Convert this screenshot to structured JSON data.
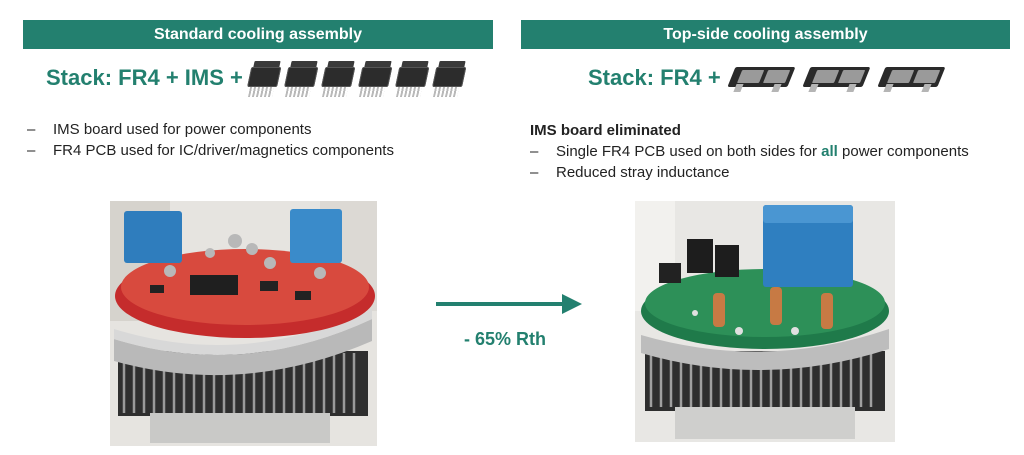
{
  "left": {
    "banner": "Standard cooling assembly",
    "stack_label": "Stack: FR4 + IMS +",
    "bullets": [
      "IMS board used for power components",
      "FR4 PCB used for IC/driver/magnetics components"
    ]
  },
  "right": {
    "banner": "Top-side cooling assembly",
    "stack_label": "Stack: FR4 +",
    "heading": "IMS board eliminated",
    "bullet1_pre": "Single FR4 PCB used on both sides for ",
    "bullet1_accent": "all",
    "bullet1_post": " power components",
    "bullet2": "Reduced stray inductance"
  },
  "arrow_label": "- 65% Rth",
  "dash": "–",
  "colors": {
    "accent": "#23806f"
  },
  "icons": {
    "chip_left": "d2pak-package-icon",
    "chip_right": "top-side-cooled-package-icon"
  }
}
